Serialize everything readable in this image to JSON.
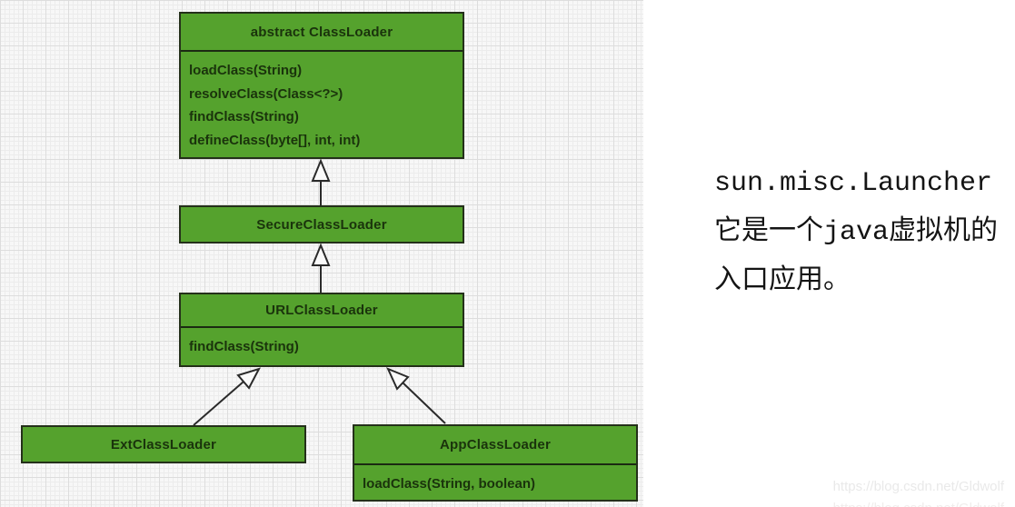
{
  "diagram": {
    "classes": [
      {
        "id": "abstract-classloader",
        "title": "abstract ClassLoader",
        "methods": [
          "loadClass(String)",
          "resolveClass(Class<?>)",
          "findClass(String)",
          "defineClass(byte[], int, int)"
        ]
      },
      {
        "id": "secure-classloader",
        "title": "SecureClassLoader",
        "methods": []
      },
      {
        "id": "url-classloader",
        "title": "URLClassLoader",
        "methods": [
          "findClass(String)"
        ]
      },
      {
        "id": "ext-classloader",
        "title": "ExtClassLoader",
        "methods": []
      },
      {
        "id": "app-classloader",
        "title": "AppClassLoader",
        "methods": [
          "loadClass(String, boolean)"
        ]
      }
    ],
    "relations": [
      {
        "from": "SecureClassLoader",
        "to": "abstract ClassLoader",
        "type": "inheritance"
      },
      {
        "from": "URLClassLoader",
        "to": "SecureClassLoader",
        "type": "inheritance"
      },
      {
        "from": "ExtClassLoader",
        "to": "URLClassLoader",
        "type": "inheritance"
      },
      {
        "from": "AppClassLoader",
        "to": "URLClassLoader",
        "type": "inheritance"
      }
    ],
    "colors": {
      "box_fill": "#55a22d",
      "box_border": "#24301a",
      "box_text": "#1a330c",
      "grid_background": "#f7f7f7"
    }
  },
  "annotation": {
    "line1": "sun.misc.Launcher",
    "line2": "它是一个java虚拟机的",
    "line3": "入口应用。"
  },
  "watermark": "https://blog.csdn.net/Gldwolf"
}
